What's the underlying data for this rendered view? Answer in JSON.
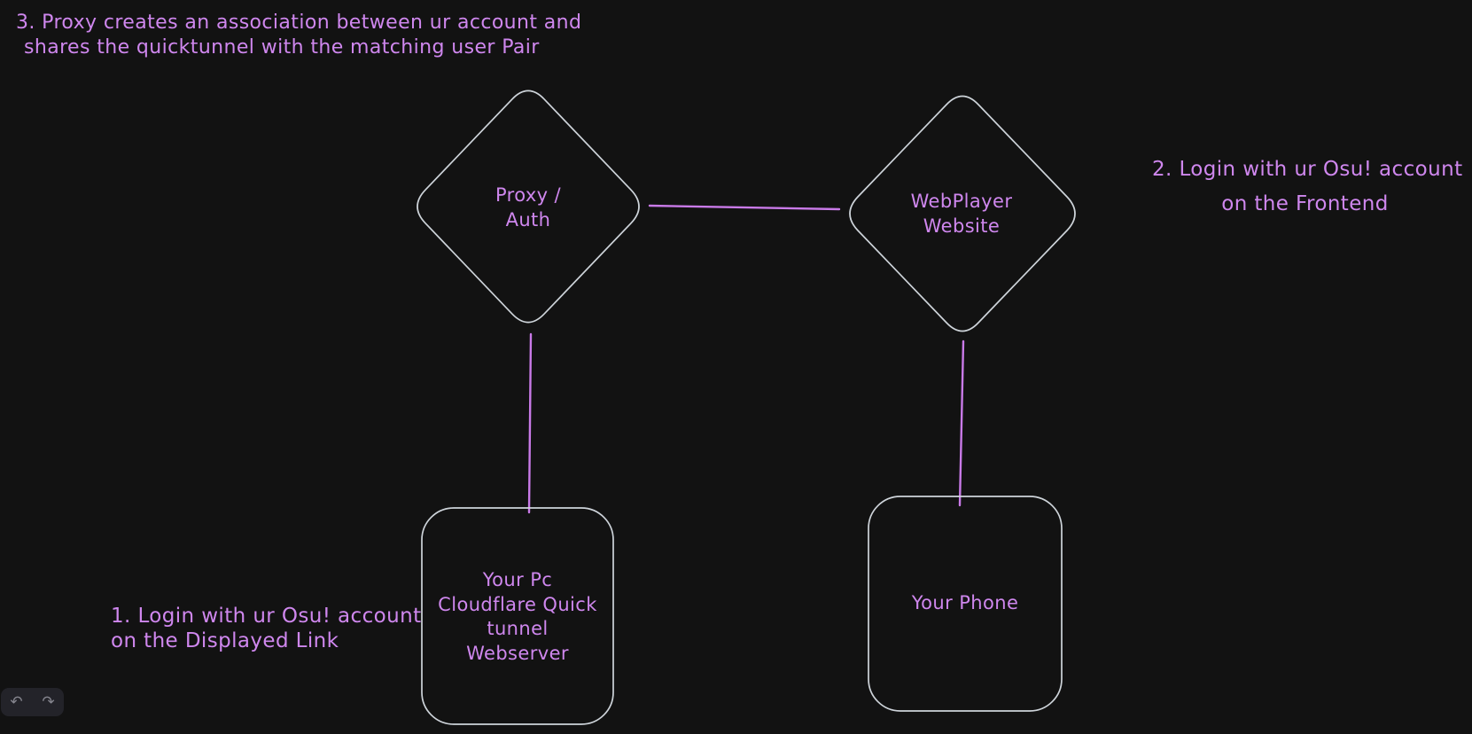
{
  "app": {
    "type": "whiteboard-diagram"
  },
  "colors": {
    "background": "#121212",
    "purple": "#cf87ee",
    "connector": "#c97ae8",
    "shape_stroke": "#ced4da",
    "toolbar_bg": "#232329",
    "toolbar_icon": "#85858e"
  },
  "notes": {
    "step3": {
      "line1": "3. Proxy creates an association between ur account and",
      "line2": "shares the quicktunnel with the matching user Pair"
    },
    "step2": {
      "line1": "2. Login with ur Osu! account",
      "line2": "on the Frontend"
    },
    "step1": {
      "line1": "1. Login with ur Osu! account",
      "line2": "on the Displayed Link"
    }
  },
  "nodes": {
    "proxy_auth": {
      "shape": "diamond",
      "line1": "Proxy /",
      "line2": "Auth"
    },
    "webplayer": {
      "shape": "diamond",
      "line1": "WebPlayer",
      "line2": "Website"
    },
    "pc_tunnel": {
      "shape": "rounded-rectangle",
      "line1": "Your Pc",
      "line2": "Cloudflare Quick",
      "line3": "tunnel",
      "line4": "Webserver"
    },
    "phone": {
      "shape": "rounded-rectangle",
      "line1": "Your Phone"
    }
  },
  "edges": [
    {
      "from": "proxy_auth",
      "to": "webplayer"
    },
    {
      "from": "proxy_auth",
      "to": "pc_tunnel"
    },
    {
      "from": "webplayer",
      "to": "phone"
    }
  ],
  "toolbar": {
    "undo_icon": "↶",
    "redo_icon": "↷"
  }
}
